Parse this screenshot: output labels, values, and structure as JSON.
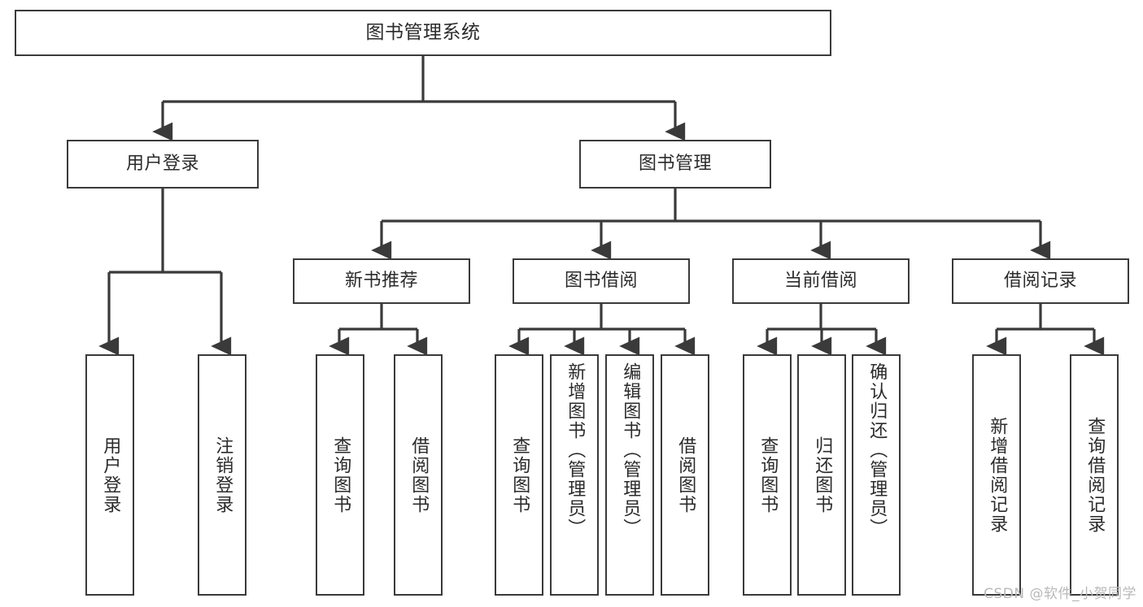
{
  "diagram": {
    "title": "图书管理系统",
    "type": "hierarchy-tree",
    "root": {
      "label": "图书管理系统"
    },
    "level1": [
      {
        "label": "用户登录"
      },
      {
        "label": "图书管理"
      }
    ],
    "level2": [
      {
        "label": "新书推荐"
      },
      {
        "label": "图书借阅"
      },
      {
        "label": "当前借阅"
      },
      {
        "label": "借阅记录"
      }
    ],
    "leaves": {
      "user_login": [
        {
          "label": "用户登录"
        },
        {
          "label": "注销登录"
        }
      ],
      "new_books": [
        {
          "label": "查询图书"
        },
        {
          "label": "借阅图书"
        }
      ],
      "book_borrow": [
        {
          "label": "查询图书"
        },
        {
          "label": "新增图书（管理员）"
        },
        {
          "label": "编辑图书（管理员）"
        },
        {
          "label": "借阅图书"
        }
      ],
      "current_borrow": [
        {
          "label": "查询图书"
        },
        {
          "label": "归还图书"
        },
        {
          "label": "确认归还（管理员）"
        }
      ],
      "borrow_record": [
        {
          "label": "新增借阅记录"
        },
        {
          "label": "查询借阅记录"
        }
      ]
    }
  },
  "watermark": {
    "text": "CSDN @软件_小贺同学"
  },
  "colors": {
    "stroke": "#3a3a3a",
    "text": "#2b2b2b",
    "background": "#ffffff",
    "watermark": "#b9b9b9"
  }
}
